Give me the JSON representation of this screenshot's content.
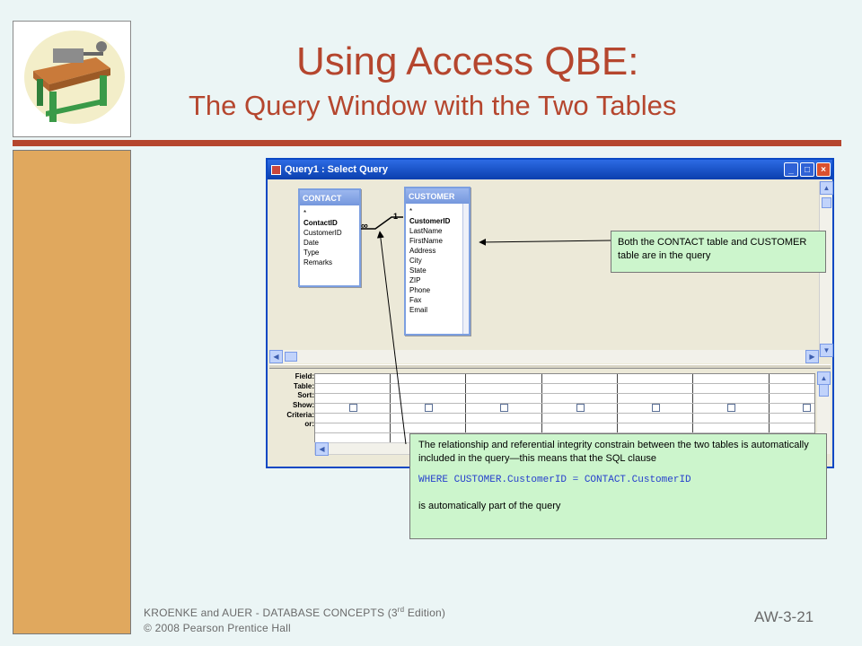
{
  "slide": {
    "title_line1": "Using Access QBE:",
    "title_line2": "The Query Window with the Two Tables",
    "footer_line1_pre": "KROENKE and AUER - DATABASE CONCEPTS (3",
    "footer_line1_sup": "rd",
    "footer_line1_post": " Edition)",
    "footer_line2": "© 2008 Pearson Prentice Hall",
    "slide_number": "AW-3-21"
  },
  "window": {
    "title": "Query1 : Select Query",
    "min_glyph": "_",
    "max_glyph": "□",
    "close_glyph": "×"
  },
  "tables": {
    "contact": {
      "name": "CONTACT",
      "fields": [
        "*",
        "ContactID",
        "CustomerID",
        "Date",
        "Type",
        "Remarks"
      ]
    },
    "customer": {
      "name": "CUSTOMER",
      "fields": [
        "*",
        "CustomerID",
        "LastName",
        "FirstName",
        "Address",
        "City",
        "State",
        "ZIP",
        "Phone",
        "Fax",
        "Email"
      ]
    },
    "relationship": {
      "one_label": "1",
      "many_label": "∞"
    }
  },
  "grid": {
    "row_labels": [
      "Field:",
      "Table:",
      "Sort:",
      "Show:",
      "Criteria:",
      "or:"
    ]
  },
  "callouts": {
    "top_text": "Both the CONTACT  table and CUSTOMER  table are in the query",
    "bottom_text1": "The relationship and referential integrity constrain between the two tables is automatically included in the query—this means that the SQL clause",
    "bottom_code": "WHERE CUSTOMER.CustomerID = CONTACT.CustomerID",
    "bottom_text2": "is automatically part of the query"
  },
  "colors": {
    "accent": "#b5462e",
    "sidebar": "#e0a85e",
    "callout_bg": "#ccf5cc",
    "code_text": "#2640cc"
  }
}
